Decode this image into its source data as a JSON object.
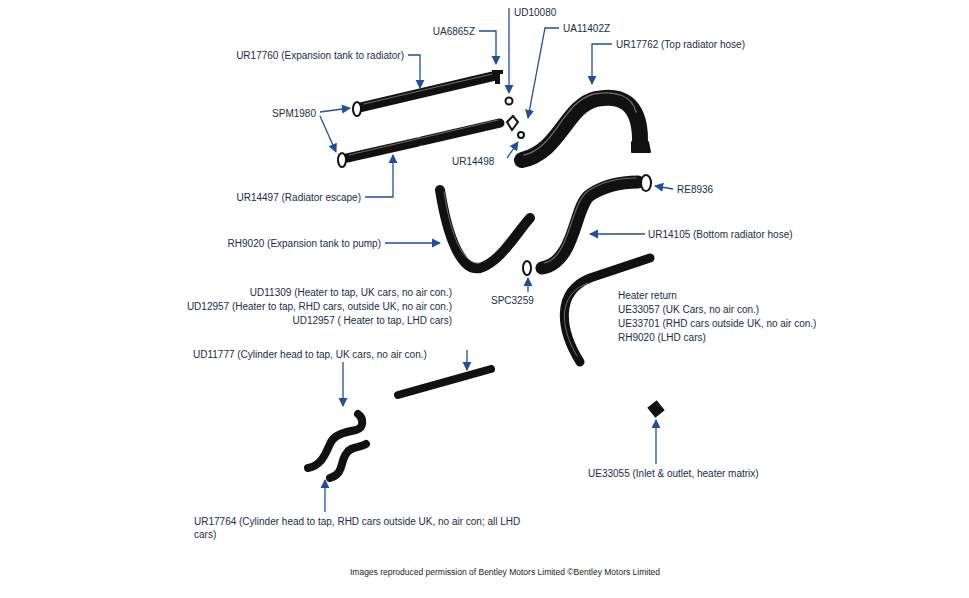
{
  "diagram": {
    "caption": "Images reproduced permission of Bentley Motors Limited ©Bentley Motors Limited",
    "labels": [
      "UD10080",
      "UA6865Z",
      "UA11402Z",
      "UR17760 (Expansion tank to radiator)",
      "UR17762 (Top radiator hose)",
      "SPM1980",
      "UR14498",
      "UR14497 (Radiator escape)",
      "RE8936",
      "RH9020 (Expansion tank to pump)",
      "UR14105 (Bottom radiator hose)",
      "UD11309 (Heater to tap, UK cars, no air con.)",
      "UD12957 (Heater to tap, RHD cars, outside UK, no air con.)",
      "UD12957 ( Heater to tap, LHD cars)",
      "SPC3259",
      "Heater return",
      "UE33057 (UK Cars, no air con.)",
      "UE33701 (RHD cars outside UK, no air con.)",
      "RH9020 (LHD cars)",
      "UD11777 (Cylinder head to tap, UK cars, no air con.)",
      "UE33055 (Inlet & outlet, heater matrix)",
      "UR17764 (Cylinder head to tap, RHD cars outside UK, no air con; all LHD cars)"
    ]
  }
}
